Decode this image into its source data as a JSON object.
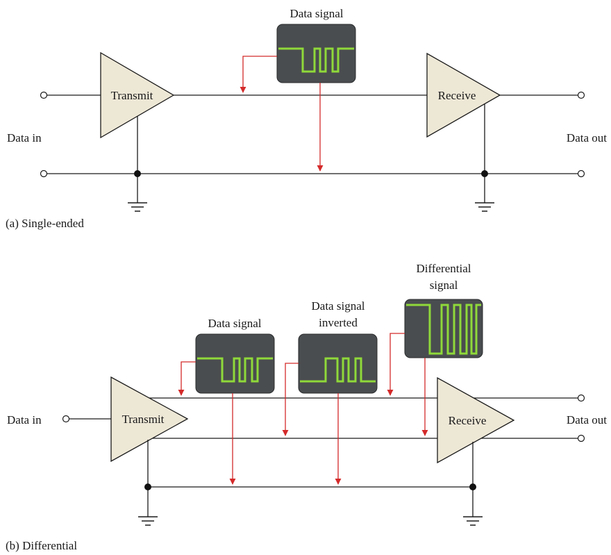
{
  "single_ended": {
    "caption": "(a)  Single-ended",
    "transmit_label": "Transmit",
    "receive_label": "Receive",
    "data_in_label": "Data in",
    "data_out_label": "Data out",
    "scope_title": "Data signal"
  },
  "differential": {
    "caption": "(b)  Differential",
    "transmit_label": "Transmit",
    "receive_label": "Receive",
    "data_in_label": "Data in",
    "data_out_label": "Data out",
    "scope1_title": "Data signal",
    "scope2_title_line1": "Data signal",
    "scope2_title_line2": "inverted",
    "scope3_title_line1": "Differential",
    "scope3_title_line2": "signal"
  },
  "colors": {
    "probe": "#d42a2a",
    "trace": "#8fd93a",
    "scope": "#4a4d4f",
    "amplifier": "#ede7d6"
  }
}
